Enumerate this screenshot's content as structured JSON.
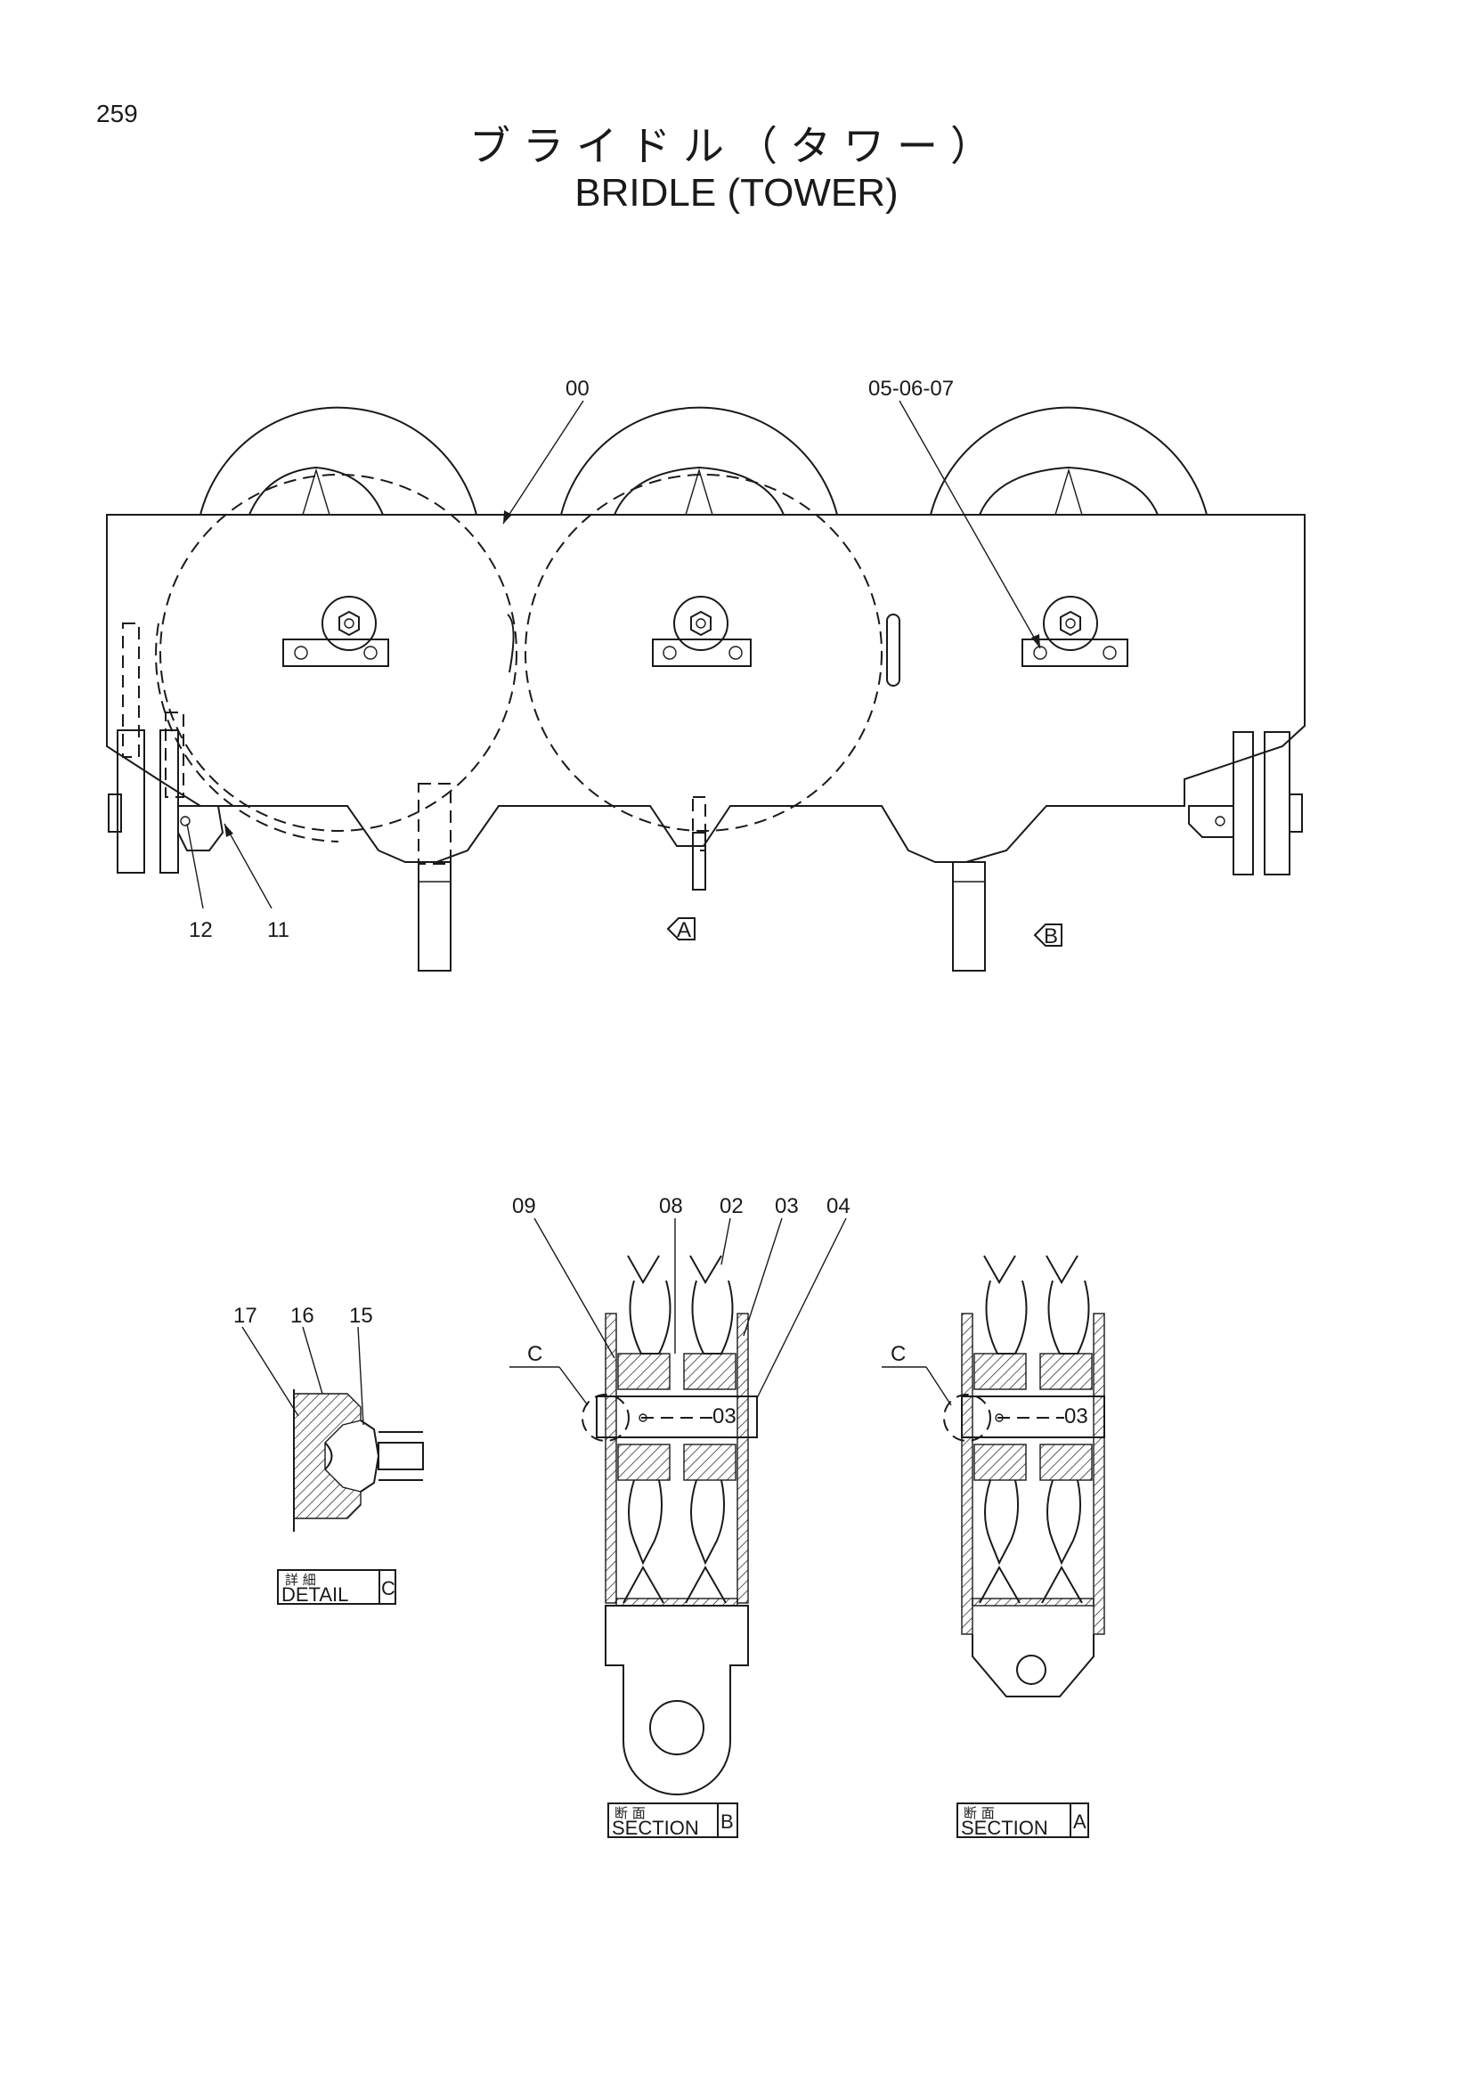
{
  "page": {
    "number": "259",
    "title_jp": "ブライドル（タワー）",
    "title_en": "BRIDLE (TOWER)"
  },
  "main_view": {
    "callouts": [
      "00",
      "05-06-07",
      "12",
      "11"
    ],
    "view_markers": [
      "A",
      "B"
    ]
  },
  "detail_c": {
    "callouts": [
      "17",
      "16",
      "15"
    ],
    "label_jp": "詳 細",
    "label": "DETAIL",
    "letter": "C"
  },
  "section_b": {
    "callouts": [
      "09",
      "08",
      "02",
      "03",
      "04",
      "C"
    ],
    "label_jp": "断 面",
    "label": "SECTION",
    "letter": "B",
    "inline_callout": "03"
  },
  "section_a": {
    "callouts": [
      "C"
    ],
    "label_jp": "断 面",
    "label": "SECTION",
    "letter": "A",
    "inline_callout": "03"
  },
  "colors": {
    "ink": "#1a1a1a",
    "paper": "#ffffff"
  }
}
